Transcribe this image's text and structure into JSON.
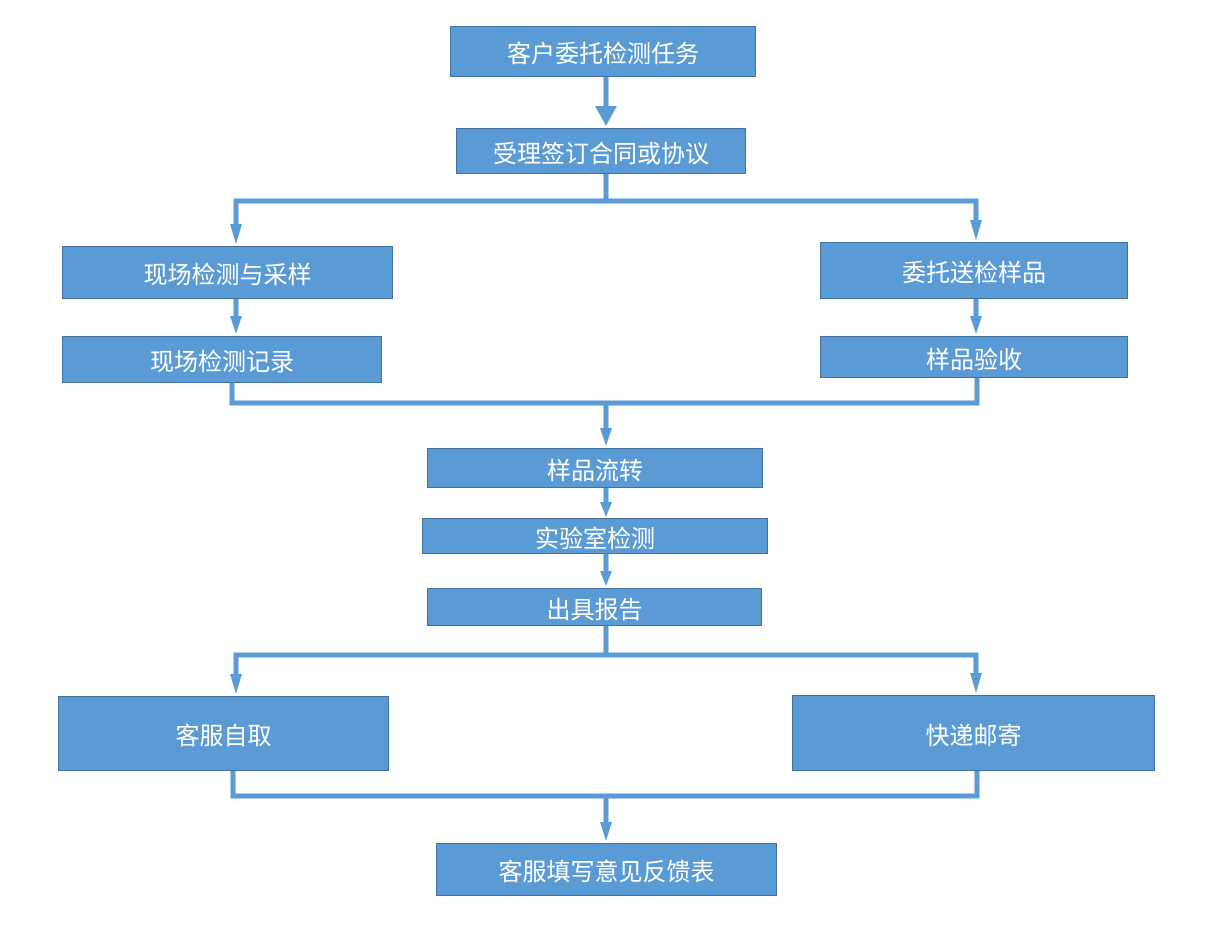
{
  "colors": {
    "box_fill": "#5b9bd5",
    "box_border": "#41719c",
    "connector": "#5b9bd5",
    "text": "#ffffff"
  },
  "nodes": {
    "customer_task": "客户委托检测任务",
    "contract": "受理签订合同或协议",
    "onsite_sampling": "现场检测与采样",
    "sample_submission": "委托送检样品",
    "onsite_record": "现场检测记录",
    "sample_acceptance": "样品验收",
    "sample_circulation": "样品流转",
    "lab_testing": "实验室检测",
    "issue_report": "出具报告",
    "self_pickup": "客服自取",
    "express_mail": "快递邮寄",
    "feedback_form": "客服填写意见反馈表"
  }
}
